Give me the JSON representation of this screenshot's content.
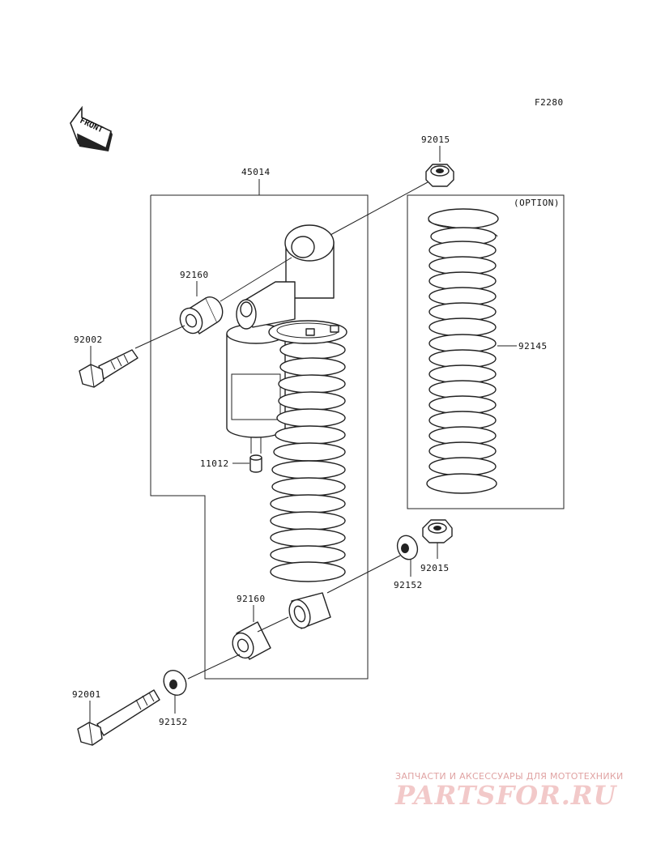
{
  "figure_code": "F2280",
  "front_arrow_label": "FRONT",
  "option_label": "(OPTION)",
  "parts": {
    "assembly": "45014",
    "nut_top": "92015",
    "collar_upper": "92160",
    "bolt_upper": "92002",
    "valve_cap": "11012",
    "spring_option": "92145",
    "washer_right": "92152",
    "nut_right": "92015",
    "collar_lower": "92160",
    "bolt_lower": "92001",
    "washer_lower": "92152"
  },
  "watermark": {
    "text": "ЗАПЧАСТИ И АКСЕССУАРЫ ДЛЯ МОТОТЕХНИКИ",
    "logo": "PARTSFOR.RU"
  }
}
